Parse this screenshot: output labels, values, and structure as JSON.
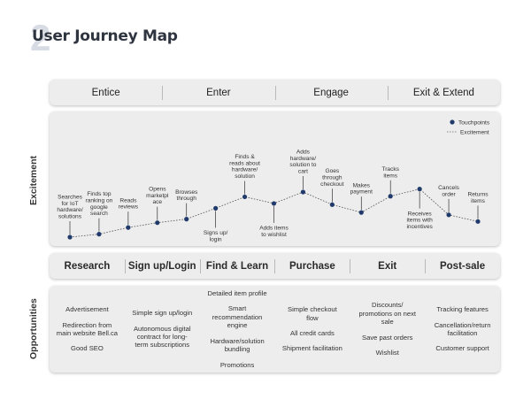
{
  "title": "User Journey Map",
  "title_number": "2",
  "stages": [
    "Entice",
    "Enter",
    "Engage",
    "Exit & Extend"
  ],
  "excitement_label": "Excitement",
  "opportunities_label": "Opportunities",
  "legend": {
    "touchpoints": "Touchpoints",
    "excitement": "Excitement"
  },
  "touchpoints": [
    {
      "label": "Searches\nfor IoT\nhardware/\nsolutions",
      "level": 0.0,
      "label_pos": "above"
    },
    {
      "label": "Finds top\nranking on\ngoogle\nsearch",
      "level": 0.05,
      "label_pos": "above"
    },
    {
      "label": "Reads\nreviews",
      "level": 0.16,
      "label_pos": "above"
    },
    {
      "label": "Opens\nmarketpl\nace",
      "level": 0.24,
      "label_pos": "above"
    },
    {
      "label": "Browses\nthrough",
      "level": 0.3,
      "label_pos": "above"
    },
    {
      "label": "Signs up/\nlogin",
      "level": 0.48,
      "label_pos": "below"
    },
    {
      "label": "Finds &\nreads about\nhardware/\nsolution",
      "level": 0.67,
      "label_pos": "above"
    },
    {
      "label": "Adds items\nto wishlist",
      "level": 0.56,
      "label_pos": "below"
    },
    {
      "label": "Adds\nhardware/\nsolution to\ncart",
      "level": 0.75,
      "label_pos": "above"
    },
    {
      "label": "Goes\nthrough\ncheckout",
      "level": 0.54,
      "label_pos": "above"
    },
    {
      "label": "Makes\npayment",
      "level": 0.41,
      "label_pos": "above"
    },
    {
      "label": "Tracks\nitems",
      "level": 0.68,
      "label_pos": "above"
    },
    {
      "label": "Receives\nitems with\nincentives",
      "level": 0.8,
      "label_pos": "below"
    },
    {
      "label": "Cancels\norder",
      "level": 0.37,
      "label_pos": "above"
    },
    {
      "label": "Returns\nitems",
      "level": 0.26,
      "label_pos": "above"
    }
  ],
  "phases": [
    "Research",
    "Sign up/Login",
    "Find & Learn",
    "Purchase",
    "Exit",
    "Post-sale"
  ],
  "opportunities": [
    [
      "Advertisement",
      "Redirection from\nmain website Bell.ca",
      "Good SEO"
    ],
    [
      "Simple sign up/login",
      "Autonomous digital\ncontract for long-\nterm subscriptions"
    ],
    [
      "Detailed item profile",
      "Smart\nrecommendation\nengine",
      "Hardware/solution\nbundling",
      "Promotions"
    ],
    [
      "Simple checkout\nflow",
      "All credit cards",
      "Shipment facilitation"
    ],
    [
      "Discounts/\npromotions on next\nsale",
      "Save past orders",
      "Wishlist"
    ],
    [
      "Tracking features",
      "Cancellation/return\nfacilitation",
      "Customer support"
    ]
  ],
  "colors": {
    "accent": "#1f3a6b",
    "panel": "#ededed",
    "line": "#555555"
  }
}
